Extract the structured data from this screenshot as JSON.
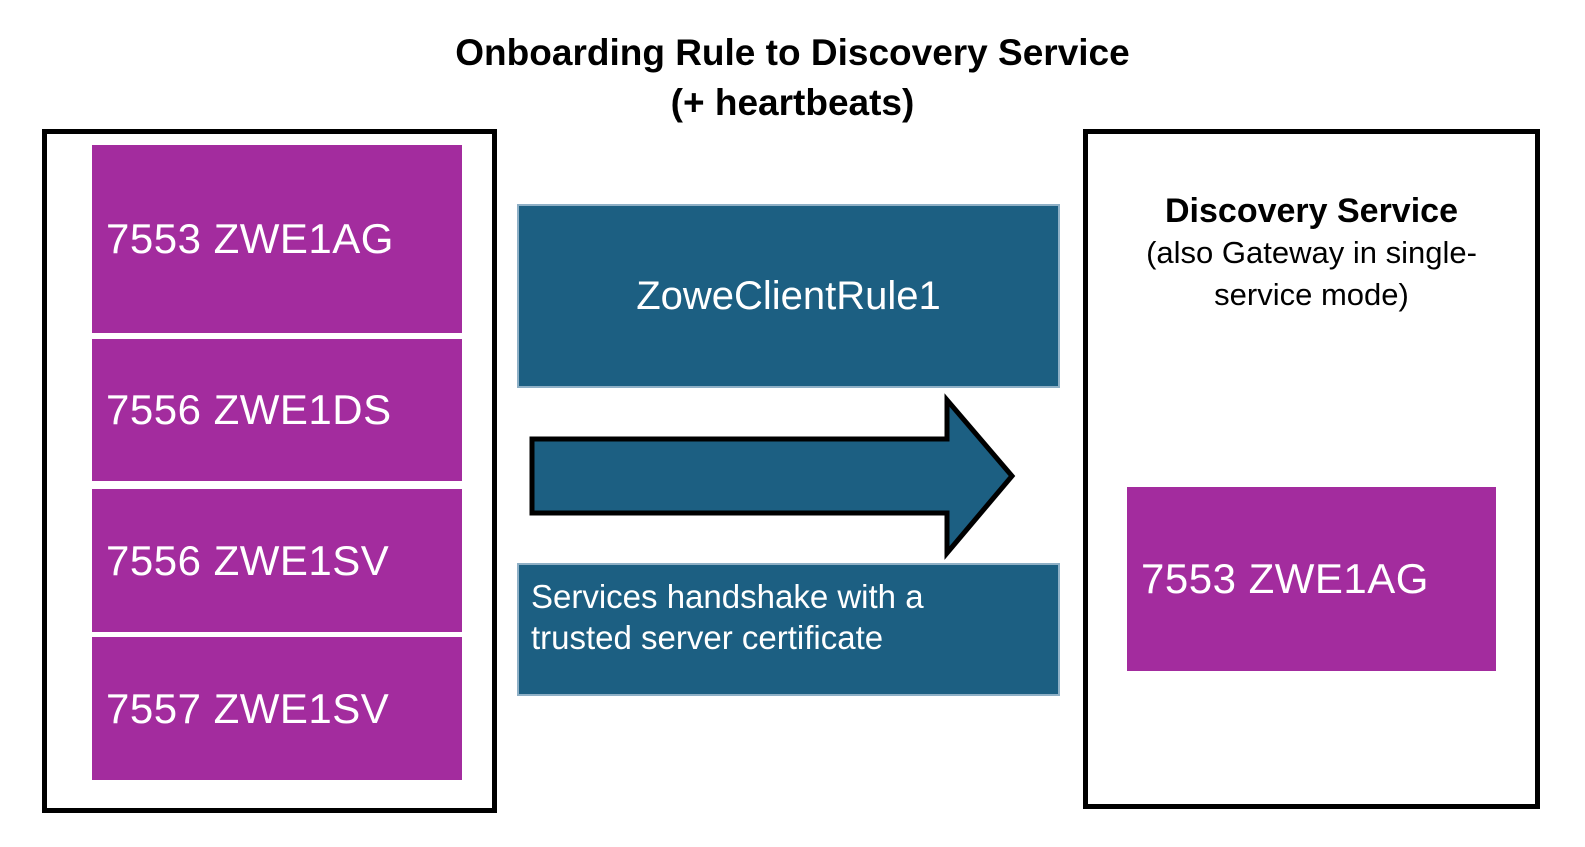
{
  "title": {
    "line1": "Onboarding Rule to Discovery Service",
    "line2": "(+ heartbeats)"
  },
  "left_panel": {
    "services": [
      {
        "label": "7553 ZWE1AG"
      },
      {
        "label": "7556 ZWE1DS"
      },
      {
        "label": "7556 ZWE1SV"
      },
      {
        "label": "7557 ZWE1SV"
      }
    ]
  },
  "middle": {
    "rule_label": "ZoweClientRule1",
    "arrow_icon": "right-block-arrow",
    "handshake_note": "Services handshake with a trusted server certificate"
  },
  "right_panel": {
    "heading": "Discovery Service",
    "subheading": "(also Gateway in single-service mode)",
    "service_label": "7553 ZWE1AG"
  },
  "colors": {
    "magenta": "#A32C9E",
    "teal": "#1C5F82",
    "teal_border": "#8FB0C6",
    "outline": "#000000",
    "background": "#FFFFFF",
    "text_light": "#FFFFFF",
    "text_dark": "#000000"
  }
}
